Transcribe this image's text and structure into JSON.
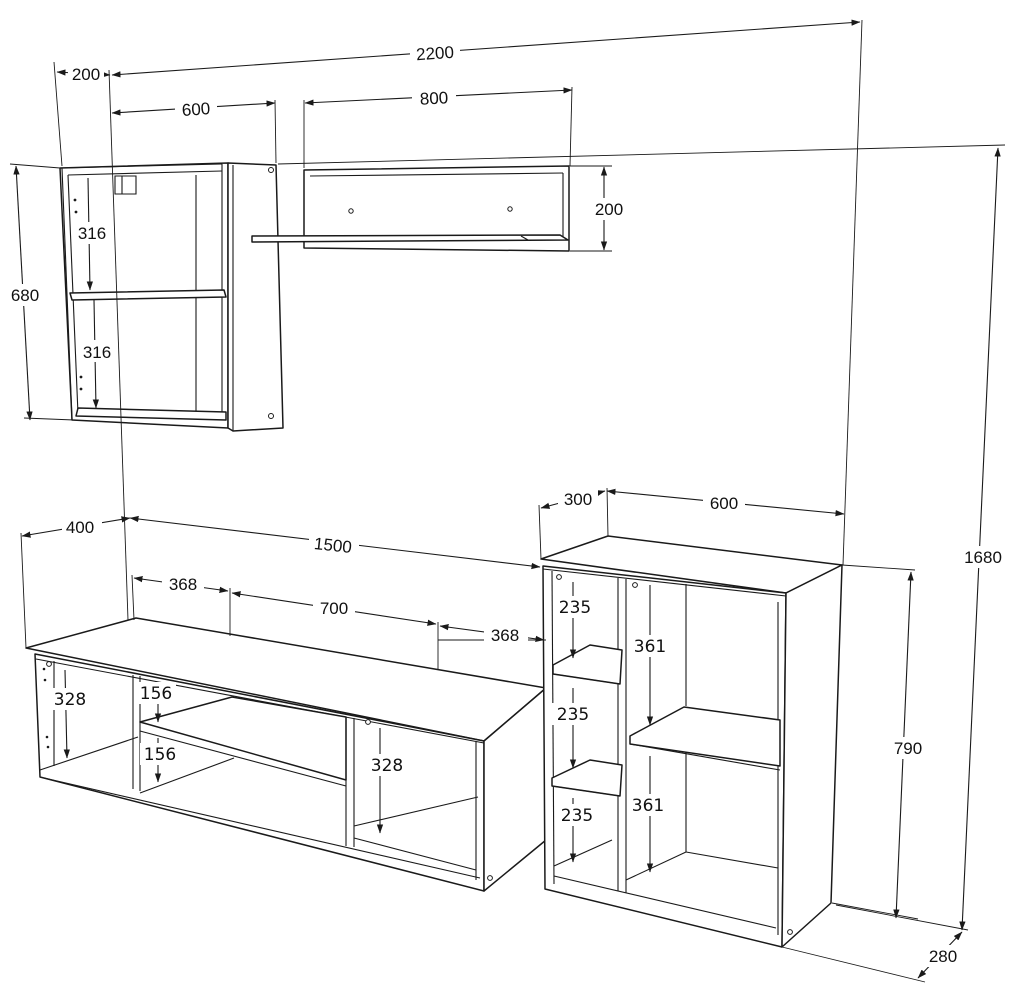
{
  "colors": {
    "line": "#1a1a1a",
    "background": "#ffffff",
    "text": "#111111"
  },
  "dimensions": {
    "total_width": "2200",
    "total_height": "1680",
    "depth": "280",
    "wall_cabinet_offset": "200",
    "wall_cabinet_width": "600",
    "wall_cabinet_height": "680",
    "wall_cabinet_upper_opening": "316",
    "wall_cabinet_lower_opening": "316",
    "shelf_width": "800",
    "shelf_height": "200",
    "tv_stand_offset": "400",
    "tv_stand_width": "1500",
    "tv_left_section": "368",
    "tv_middle_section": "700",
    "tv_right_section": "368",
    "tv_left_opening": "328",
    "tv_middle_upper": "156",
    "tv_middle_lower": "156",
    "tv_right_opening": "328",
    "bookcase_narrow_width": "300",
    "bookcase_wide_width": "600",
    "bookcase_height": "790",
    "bookcase_narrow_top": "235",
    "bookcase_narrow_middle": "235",
    "bookcase_narrow_bottom": "235",
    "bookcase_wide_upper": "361",
    "bookcase_wide_lower": "361"
  }
}
